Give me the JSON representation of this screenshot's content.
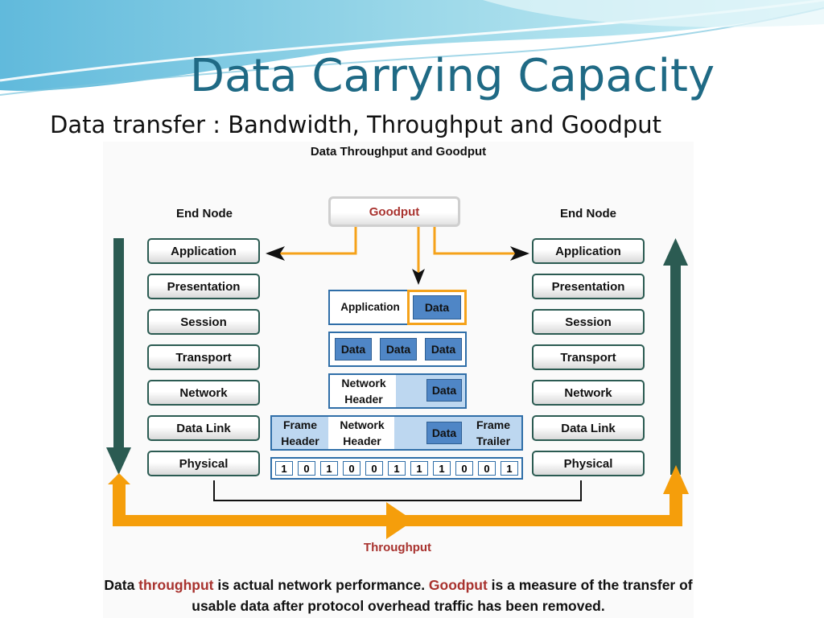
{
  "slide": {
    "title": "Data Carrying Capacity",
    "subtitle": "Data transfer : Bandwidth, Throughput and Goodput"
  },
  "figure": {
    "title": "Data Throughput and Goodput",
    "left_node": {
      "label": "End Node",
      "layers": [
        "Application",
        "Presentation",
        "Session",
        "Transport",
        "Network",
        "Data Link",
        "Physical"
      ]
    },
    "right_node": {
      "label": "End Node",
      "layers": [
        "Application",
        "Presentation",
        "Session",
        "Transport",
        "Network",
        "Data Link",
        "Physical"
      ]
    },
    "goodput_label": "Goodput",
    "throughput_label": "Throughput",
    "encapsulation": {
      "app_row": {
        "label": "Application",
        "data": "Data"
      },
      "segment_row": [
        "Data",
        "Data",
        "Data"
      ],
      "packet_row": {
        "header": "Network Header",
        "data": "Data"
      },
      "frame_row": {
        "frame_header": "Frame Header",
        "network_header": "Network Header",
        "data": "Data",
        "trailer": "Frame Trailer"
      },
      "bits": [
        "1",
        "0",
        "1",
        "0",
        "0",
        "1",
        "1",
        "1",
        "0",
        "0",
        "1"
      ]
    },
    "caption": {
      "p1": "Data ",
      "hl1": "throughput",
      "p2": " is actual network performance. ",
      "hl2": "Goodput",
      "p3": " is a measure of the transfer of usable data after protocol overhead traffic has been removed."
    },
    "colors": {
      "title": "#1f6a85",
      "layer_border": "#2b5b52",
      "down_up_arrow": "#2b5b52",
      "throughput_arrow": "#f59e0b",
      "goodput_arrow": "#f5a21a",
      "highlight_text": "#a8322e",
      "packet_border": "#2f6ea8",
      "data_cell": "#4f86c6",
      "light_cell": "#bdd7f0"
    }
  }
}
